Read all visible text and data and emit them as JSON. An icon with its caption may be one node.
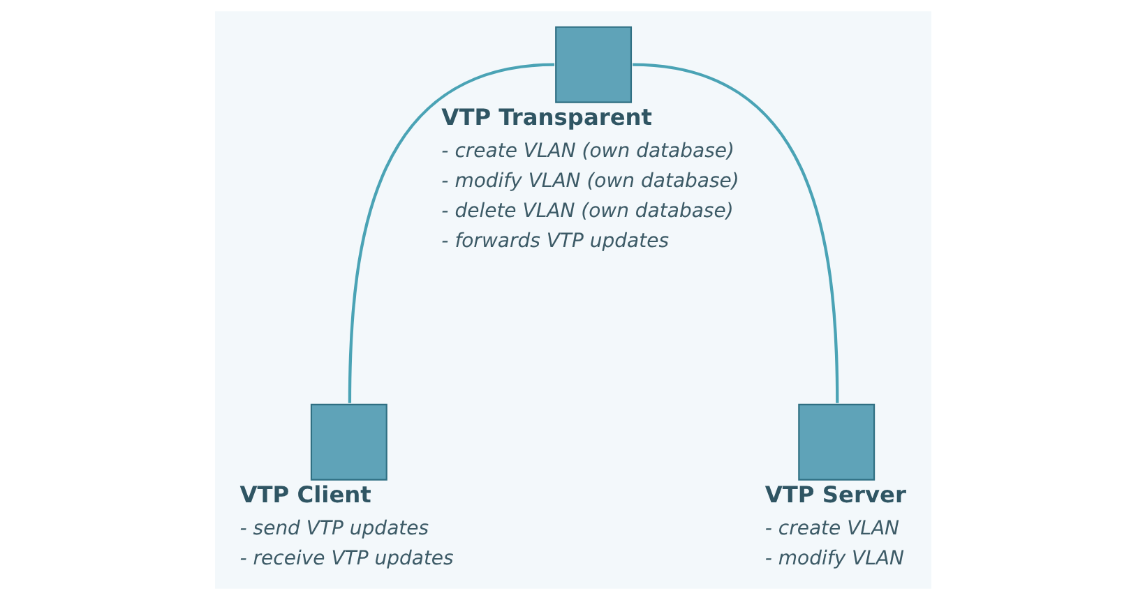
{
  "diagram": {
    "nodes": [
      {
        "text": [
          "VTP Transparent",
          "- create VLAN (own database)",
          "- modify VLAN (own database)",
          "- delete VLAN (own database)",
          "- forwards VTP updates"
        ]
      },
      {
        "text": [
          "VTP Server",
          "- create VLAN",
          "- modify VLAN"
        ]
      },
      {
        "text": [
          "VTP Client",
          "- send VTP updates",
          "- receive VTP updates"
        ]
      }
    ],
    "edges": [
      {
        "from": 1,
        "to": 0,
        "arrow": "none"
      },
      {
        "from": 0,
        "to": 2,
        "arrow": "none"
      }
    ]
  }
}
